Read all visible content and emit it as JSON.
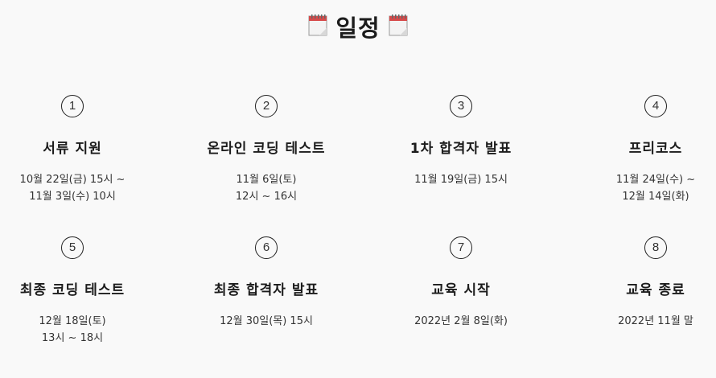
{
  "title": {
    "text": "일정",
    "icon": "calendar-icon"
  },
  "steps": [
    {
      "number": "1",
      "name": "서류 지원",
      "date_lines": [
        "10월 22일(금) 15시 ~",
        "11월 3일(수) 10시"
      ]
    },
    {
      "number": "2",
      "name": "온라인 코딩 테스트",
      "date_lines": [
        "11월 6일(토)",
        "12시 ~ 16시"
      ]
    },
    {
      "number": "3",
      "name": "1차 합격자 발표",
      "date_lines": [
        "11월 19일(금) 15시"
      ]
    },
    {
      "number": "4",
      "name": "프리코스",
      "date_lines": [
        "11월 24일(수) ~",
        "12월 14일(화)"
      ]
    },
    {
      "number": "5",
      "name": "최종 코딩 테스트",
      "date_lines": [
        "12월 18일(토)",
        "13시 ~ 18시"
      ]
    },
    {
      "number": "6",
      "name": "최종 합격자 발표",
      "date_lines": [
        "12월 30일(목) 15시"
      ]
    },
    {
      "number": "7",
      "name": "교육 시작",
      "date_lines": [
        "2022년 2월 8일(화)"
      ]
    },
    {
      "number": "8",
      "name": "교육 종료",
      "date_lines": [
        "2022년 11월 말"
      ]
    }
  ]
}
